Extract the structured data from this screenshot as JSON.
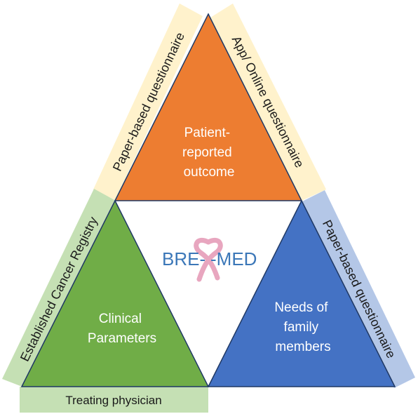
{
  "colors": {
    "top_triangle": "#ed7d31",
    "left_triangle": "#70ad47",
    "right_triangle": "#4472c4",
    "top_band": "#fff2cc",
    "left_band": "#c5e0b4",
    "right_band": "#b4c7e7",
    "bottom_band": "#c5e0b4",
    "triangle_border": "#1f3864",
    "logo_text": "#3b77b8",
    "logo_ribbon": "#e8a6bf"
  },
  "triangles": {
    "top": {
      "lines": [
        "Patient-",
        "reported",
        "outcome"
      ]
    },
    "left": {
      "lines": [
        "Clinical",
        "Parameters"
      ]
    },
    "right": {
      "lines": [
        "Needs of",
        "family",
        "members"
      ]
    }
  },
  "bands": {
    "top_left": "Paper-based questionnaire",
    "top_right": "App/ Online questionnaire",
    "left": "Established Cancer Registry",
    "right": "Paper-based questionnaire",
    "bottom": "Treating physician"
  },
  "logo": {
    "left_text": "BRE-",
    "right_text": "-MED",
    "icon": "pink-ribbon-icon"
  }
}
